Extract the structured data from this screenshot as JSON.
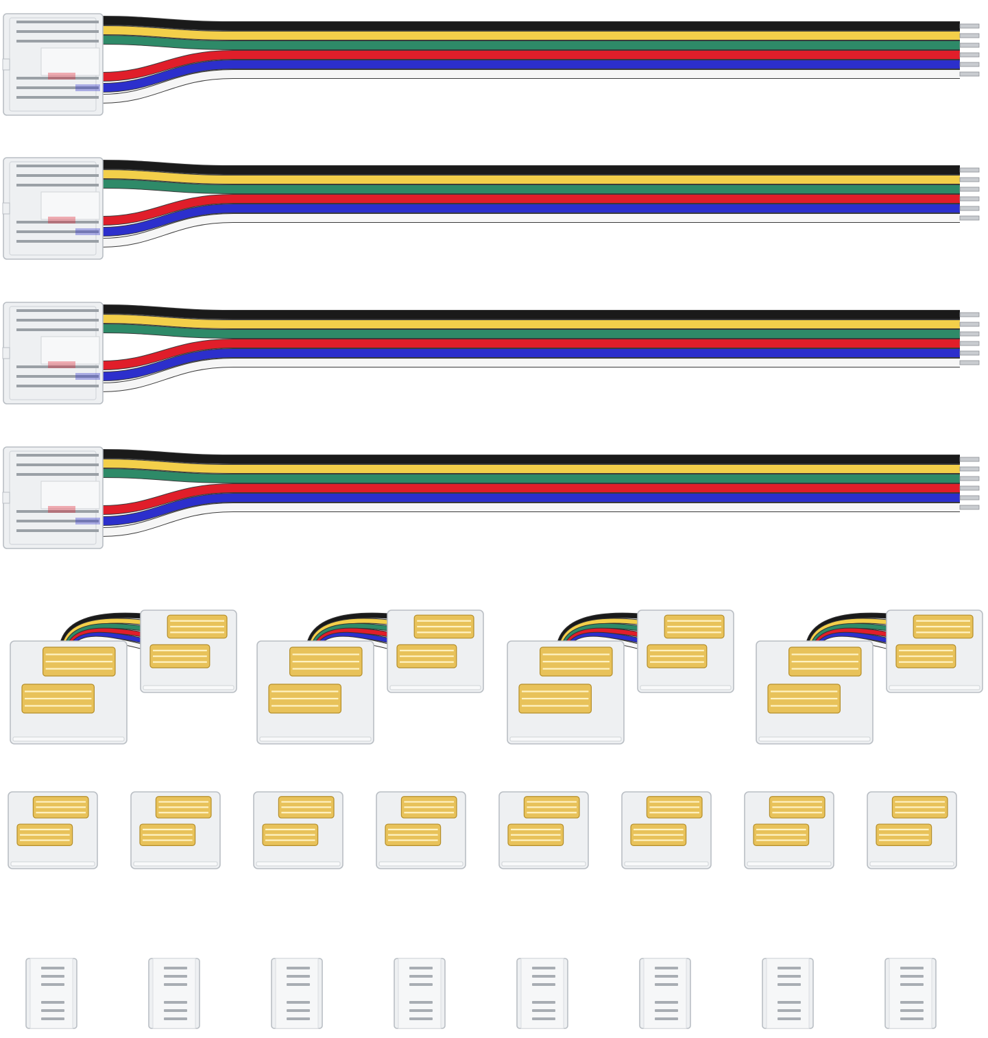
{
  "wire_colors": {
    "black": "#1a1a1a",
    "yellow": "#f3cf4a",
    "green": "#2e8a68",
    "red": "#e01e2a",
    "blue": "#2c2fcc",
    "white": "#f6f6f6"
  },
  "connector_colors": {
    "clear_plastic": "#eef0f2",
    "plastic_edge": "#b9bec4",
    "gold_pin": "#e8c25a",
    "silver_pin": "#c9ccd0"
  },
  "groups": [
    {
      "name": "extension-cable",
      "count": 4
    },
    {
      "name": "l-shape-jumper",
      "count": 4
    },
    {
      "name": "strip-to-strip-connector",
      "count": 8
    },
    {
      "name": "end-clip",
      "count": 8
    }
  ]
}
